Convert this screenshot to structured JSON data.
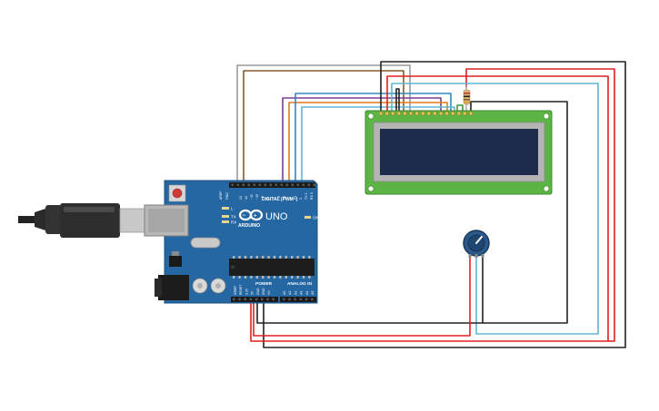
{
  "board": {
    "logo_text": "UNO",
    "brand_text": "ARDUINO",
    "digital_header_label": "DIGITAL (PWM~)",
    "power_header_label": "POWER",
    "analog_header_label": "ANALOG IN",
    "aref_label": "AREF",
    "gnd_label": "GND",
    "on_label": "ON",
    "tx_label": "TX",
    "rx_label": "RX",
    "l_label": "L",
    "digital_pin_labels": [
      "13",
      "12",
      "~11",
      "~10",
      "~9",
      "8",
      "7",
      "~6",
      "~5",
      "4",
      "~3",
      "2",
      "TX 1",
      "RX 0"
    ],
    "power_pin_labels": [
      "IOREF",
      "RESET",
      "3.3V",
      "5V",
      "GND",
      "GND",
      "Vin"
    ],
    "analog_pin_labels": [
      "A0",
      "A1",
      "A2",
      "A3",
      "A4",
      "A5"
    ]
  },
  "colors": {
    "board": "#2467a3",
    "lcd_pcb": "#5bb444",
    "lcd_screen": "#1e2b4d",
    "wire_black": "#222222",
    "wire_red": "#e02020",
    "wire_gray": "#9a9a9a",
    "wire_brown": "#8b5a2b",
    "wire_purple": "#7a3b96",
    "wire_orange": "#e07a1a",
    "wire_blue": "#2e8bbd",
    "wire_lightblue": "#5fb6d1",
    "wire_green": "#3c9a3c"
  },
  "components": {
    "microcontroller": "arduino-uno",
    "display": "lcd-16x2",
    "potentiometer": "potentiometer",
    "resistor": "resistor",
    "cable": "usb-cable"
  }
}
